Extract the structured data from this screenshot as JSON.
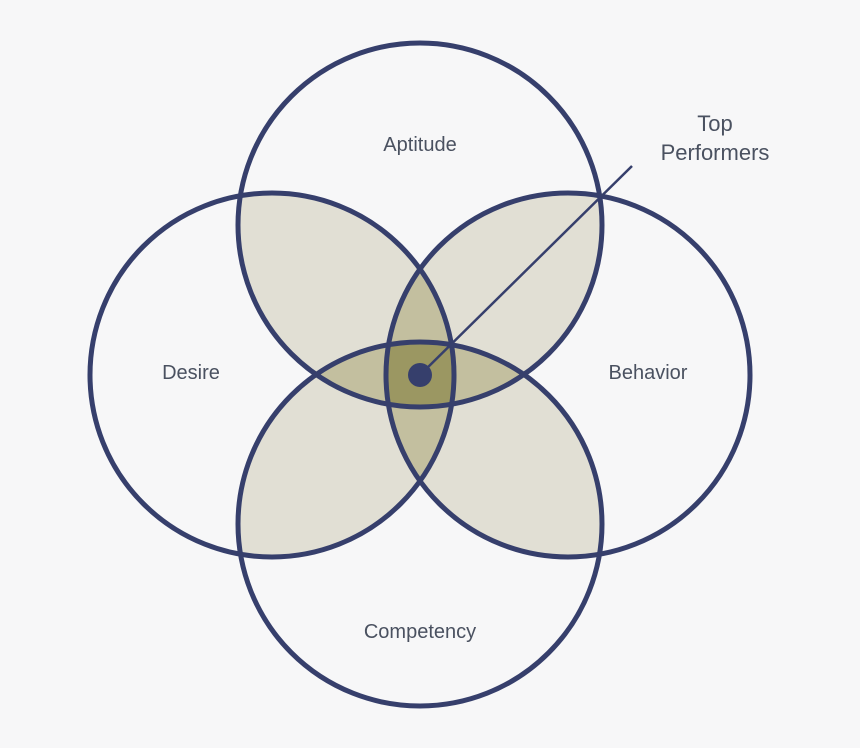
{
  "labels": {
    "aptitude": "Aptitude",
    "desire": "Desire",
    "behavior": "Behavior",
    "competency": "Competency",
    "callout_line1": "Top",
    "callout_line2": "Performers"
  },
  "colors": {
    "background": "#f7f7f8",
    "stroke": "#363f6c",
    "text": "#4a5160",
    "pair_overlap": "#e1dfd4",
    "triple_overlap": "#c3bf9f",
    "core_overlap": "#9b9762",
    "marker": "#363f6c"
  }
}
